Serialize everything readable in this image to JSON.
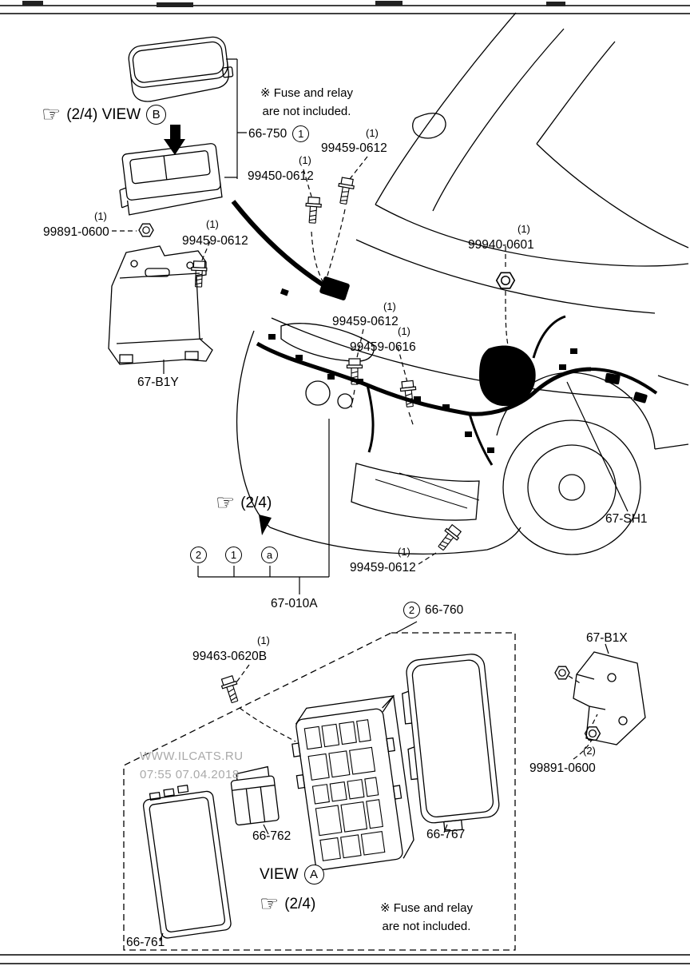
{
  "page": {
    "watermark": [
      "WWW.ILCATS.RU",
      "07:55 07.04.2018"
    ]
  },
  "notes": {
    "top": [
      "※ Fuse and relay",
      "are not included."
    ],
    "bottom": [
      "※ Fuse and relay",
      "are not included."
    ]
  },
  "views": {
    "b": {
      "hand": "☞",
      "label": "(2/4) VIEW",
      "badge": "B"
    },
    "mid": {
      "hand": "☞",
      "label": "(2/4)"
    },
    "a": {
      "label": "VIEW",
      "badge": "A"
    },
    "a_hand": {
      "hand": "☞",
      "label": "(2/4)"
    }
  },
  "callouts": {
    "bolt_top_right": {
      "qty": "(1)",
      "part": "99459-0612"
    },
    "bolt_top_mid": {
      "qty": "(1)",
      "part": "99450-0612"
    },
    "nut_left": {
      "qty": "(1)",
      "part": "99891-0600"
    },
    "bolt_left": {
      "qty": "(1)",
      "part": "99459-0612"
    },
    "nut_center": {
      "qty": "(1)",
      "part": "99940-0601"
    },
    "bolt_mid_a": {
      "qty": "(1)",
      "part": "99459-0612"
    },
    "bolt_mid_b": {
      "qty": "(1)",
      "part": "99459-0616"
    },
    "bolt_lower": {
      "qty": "(1)",
      "part": "99459-0612"
    },
    "bolt_bottom": {
      "qty": "(1)",
      "part": "99463-0620B"
    },
    "nut_right": {
      "qty": "(2)",
      "part": "99891-0600"
    }
  },
  "parts": {
    "p66_750": {
      "label": "66-750",
      "badge": "1"
    },
    "p67_b1y": {
      "label": "67-B1Y"
    },
    "p67_sh1": {
      "label": "67-SH1"
    },
    "p67_010a": {
      "label": "67-010A",
      "badges": [
        "2",
        "1",
        "a"
      ]
    },
    "p66_760": {
      "label": "66-760",
      "badge": "2"
    },
    "p67_b1x": {
      "label": "67-B1X"
    },
    "p66_762": {
      "label": "66-762"
    },
    "p66_767": {
      "label": "66-767"
    },
    "p66_761": {
      "label": "66-761"
    }
  }
}
